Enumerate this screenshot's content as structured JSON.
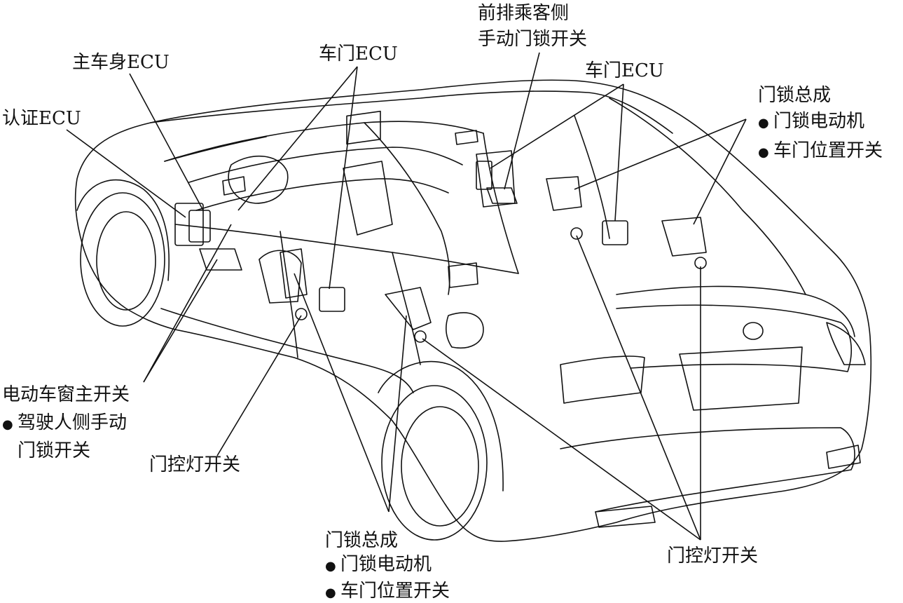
{
  "labels": {
    "main_body_ecu": "主车身ECU",
    "certification_ecu": "认证ECU",
    "door_ecu_1": "车门ECU",
    "front_passenger_title_line1": "前排乘客侧",
    "front_passenger_title_line2": "手动门锁开关",
    "door_ecu_2": "车门ECU",
    "door_lock_assembly_right_title": "门锁总成",
    "door_lock_motor_right": "门锁电动机",
    "door_position_switch_right": "车门位置开关",
    "power_window_master_switch": "电动车窗主开关",
    "driver_manual_lock_line1": "驾驶人侧手动",
    "driver_manual_lock_line2": "门锁开关",
    "door_lamp_switch_left": "门控灯开关",
    "door_lock_assembly_bottom_title": "门锁总成",
    "door_lock_motor_bottom": "门锁电动机",
    "door_position_switch_bottom": "车门位置开关",
    "door_lamp_switch_right": "门控灯开关",
    "bullet": "●"
  },
  "colors": {
    "line": "#111111",
    "background": "#ffffff"
  }
}
